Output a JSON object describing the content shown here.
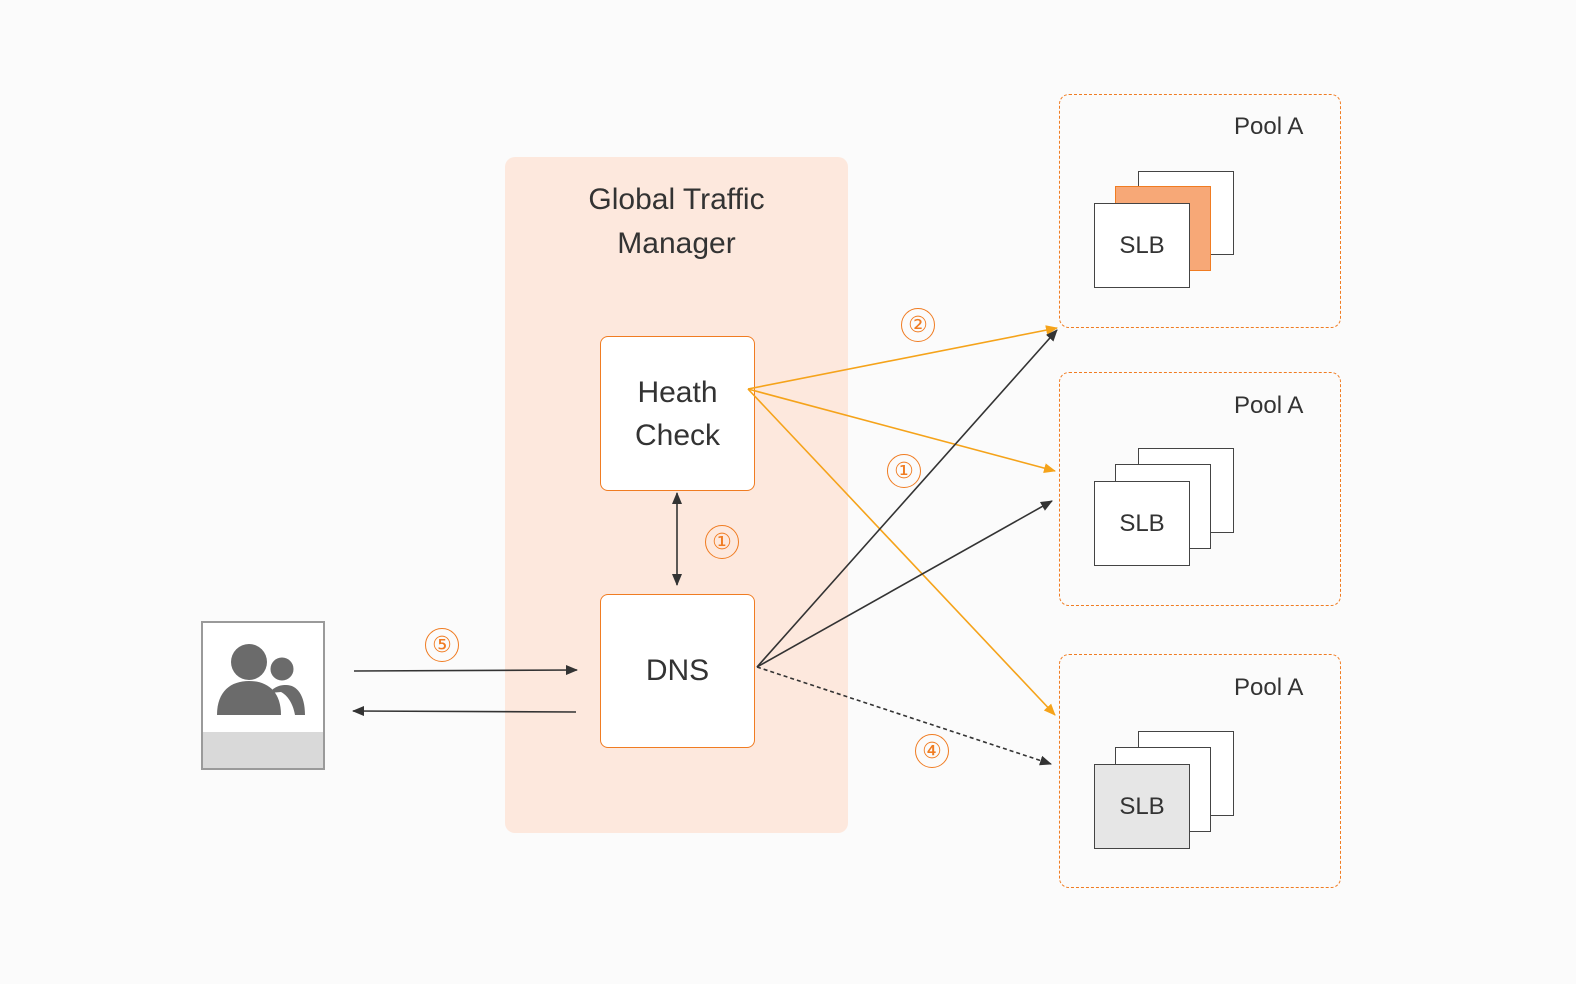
{
  "gtm": {
    "title_line1": "Global Traffic",
    "title_line2": "Manager"
  },
  "nodes": {
    "health_check_line1": "Heath",
    "health_check_line2": "Check",
    "dns": "DNS"
  },
  "pools": [
    {
      "label": "Pool A",
      "slb": "SLB",
      "state": "partially-unhealthy"
    },
    {
      "label": "Pool A",
      "slb": "SLB",
      "state": "healthy"
    },
    {
      "label": "Pool A",
      "slb": "SLB",
      "state": "selected"
    }
  ],
  "callouts": [
    "②",
    "①",
    "①",
    "④",
    "⑤"
  ],
  "colors": {
    "accent": "#f07c22",
    "health_arrow": "#f5a31a",
    "gtm_fill": "#fde8dd",
    "unhealthy_sheet": "#f7a877",
    "selected_slb": "#e6e6e6"
  },
  "icons": {
    "user": "user-group-icon"
  }
}
